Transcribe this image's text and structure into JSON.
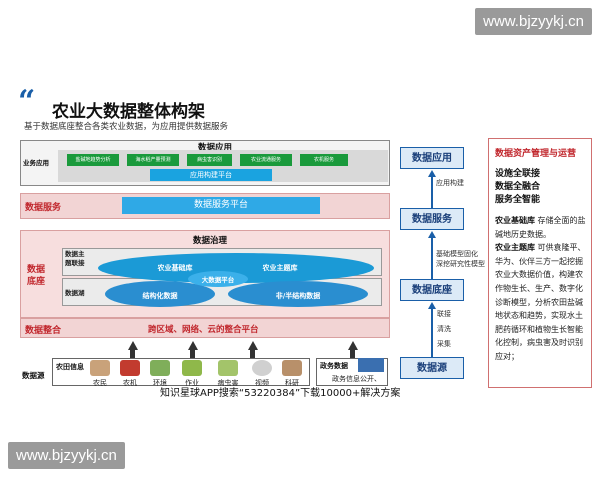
{
  "watermark": "www.bjzyykj.cn",
  "title": "农业大数据整体构架",
  "subtitle": "基于数据底座整合各类农业数据，为应用提供数据服务",
  "app_section": {
    "header": "数据应用",
    "row_label": "业务应用",
    "chips": [
      "盐碱地趋势分析",
      "海水稻产量预测",
      "病虫害识别",
      "农业流通服务",
      "农机服务"
    ],
    "platform": "应用构建平台"
  },
  "service_section": {
    "label": "数据服务",
    "platform": "数据服务平台"
  },
  "governance_header": "数据治理",
  "base_section": {
    "label": "数据底座",
    "left_labels": [
      "数据主题联接",
      "数据湖"
    ],
    "ellipses": {
      "agri_base": "农业基础库",
      "agri_topic": "农业主题库",
      "big_data": "大数据平台",
      "structured": "结构化数据",
      "unstructured": "非/半结构数据"
    }
  },
  "integration_section": {
    "label": "数据整合",
    "text": "跨区域、网络、云的整合平台"
  },
  "source_section": {
    "label": "数据源",
    "farm_label": "农田信息",
    "farm_items": [
      "农民",
      "农机",
      "环境",
      "作业",
      "病虫害",
      "视频",
      "科研"
    ],
    "gov_label": "政务数据",
    "gov_item": "政务信息公开、"
  },
  "stack": {
    "boxes": [
      "数据应用",
      "数据服务",
      "数据底座",
      "数据源"
    ],
    "note1": "应用构建",
    "note2": [
      "基础模型固化",
      "深挖研究性模型"
    ],
    "note3": [
      "联接",
      "清洗",
      "采集"
    ]
  },
  "right_panel": {
    "title": "数据资产管理与运营",
    "bullets": [
      "设施全联接",
      "数据全融合",
      "服务全智能"
    ],
    "body_bold1": "农业基础库",
    "body1": "存储全面的盐碱地历史数据。",
    "body_bold2": "农业主题库",
    "body2": "可供袁隆平、华为、伙伴三方一起挖掘农业大数据价值，构建农作物生长、生产、数字化诊断模型，分析农田盐碱地状态和趋势，实现水土肥药循环和植物生长智能化控制，病虫害及时识别应对；"
  },
  "caption": "知识星球APP搜索“53220384”下载10000+解决方案",
  "colors": {
    "accent_blue": "#1aa3e0",
    "red": "#c1272d",
    "green": "#1a9a3c"
  }
}
